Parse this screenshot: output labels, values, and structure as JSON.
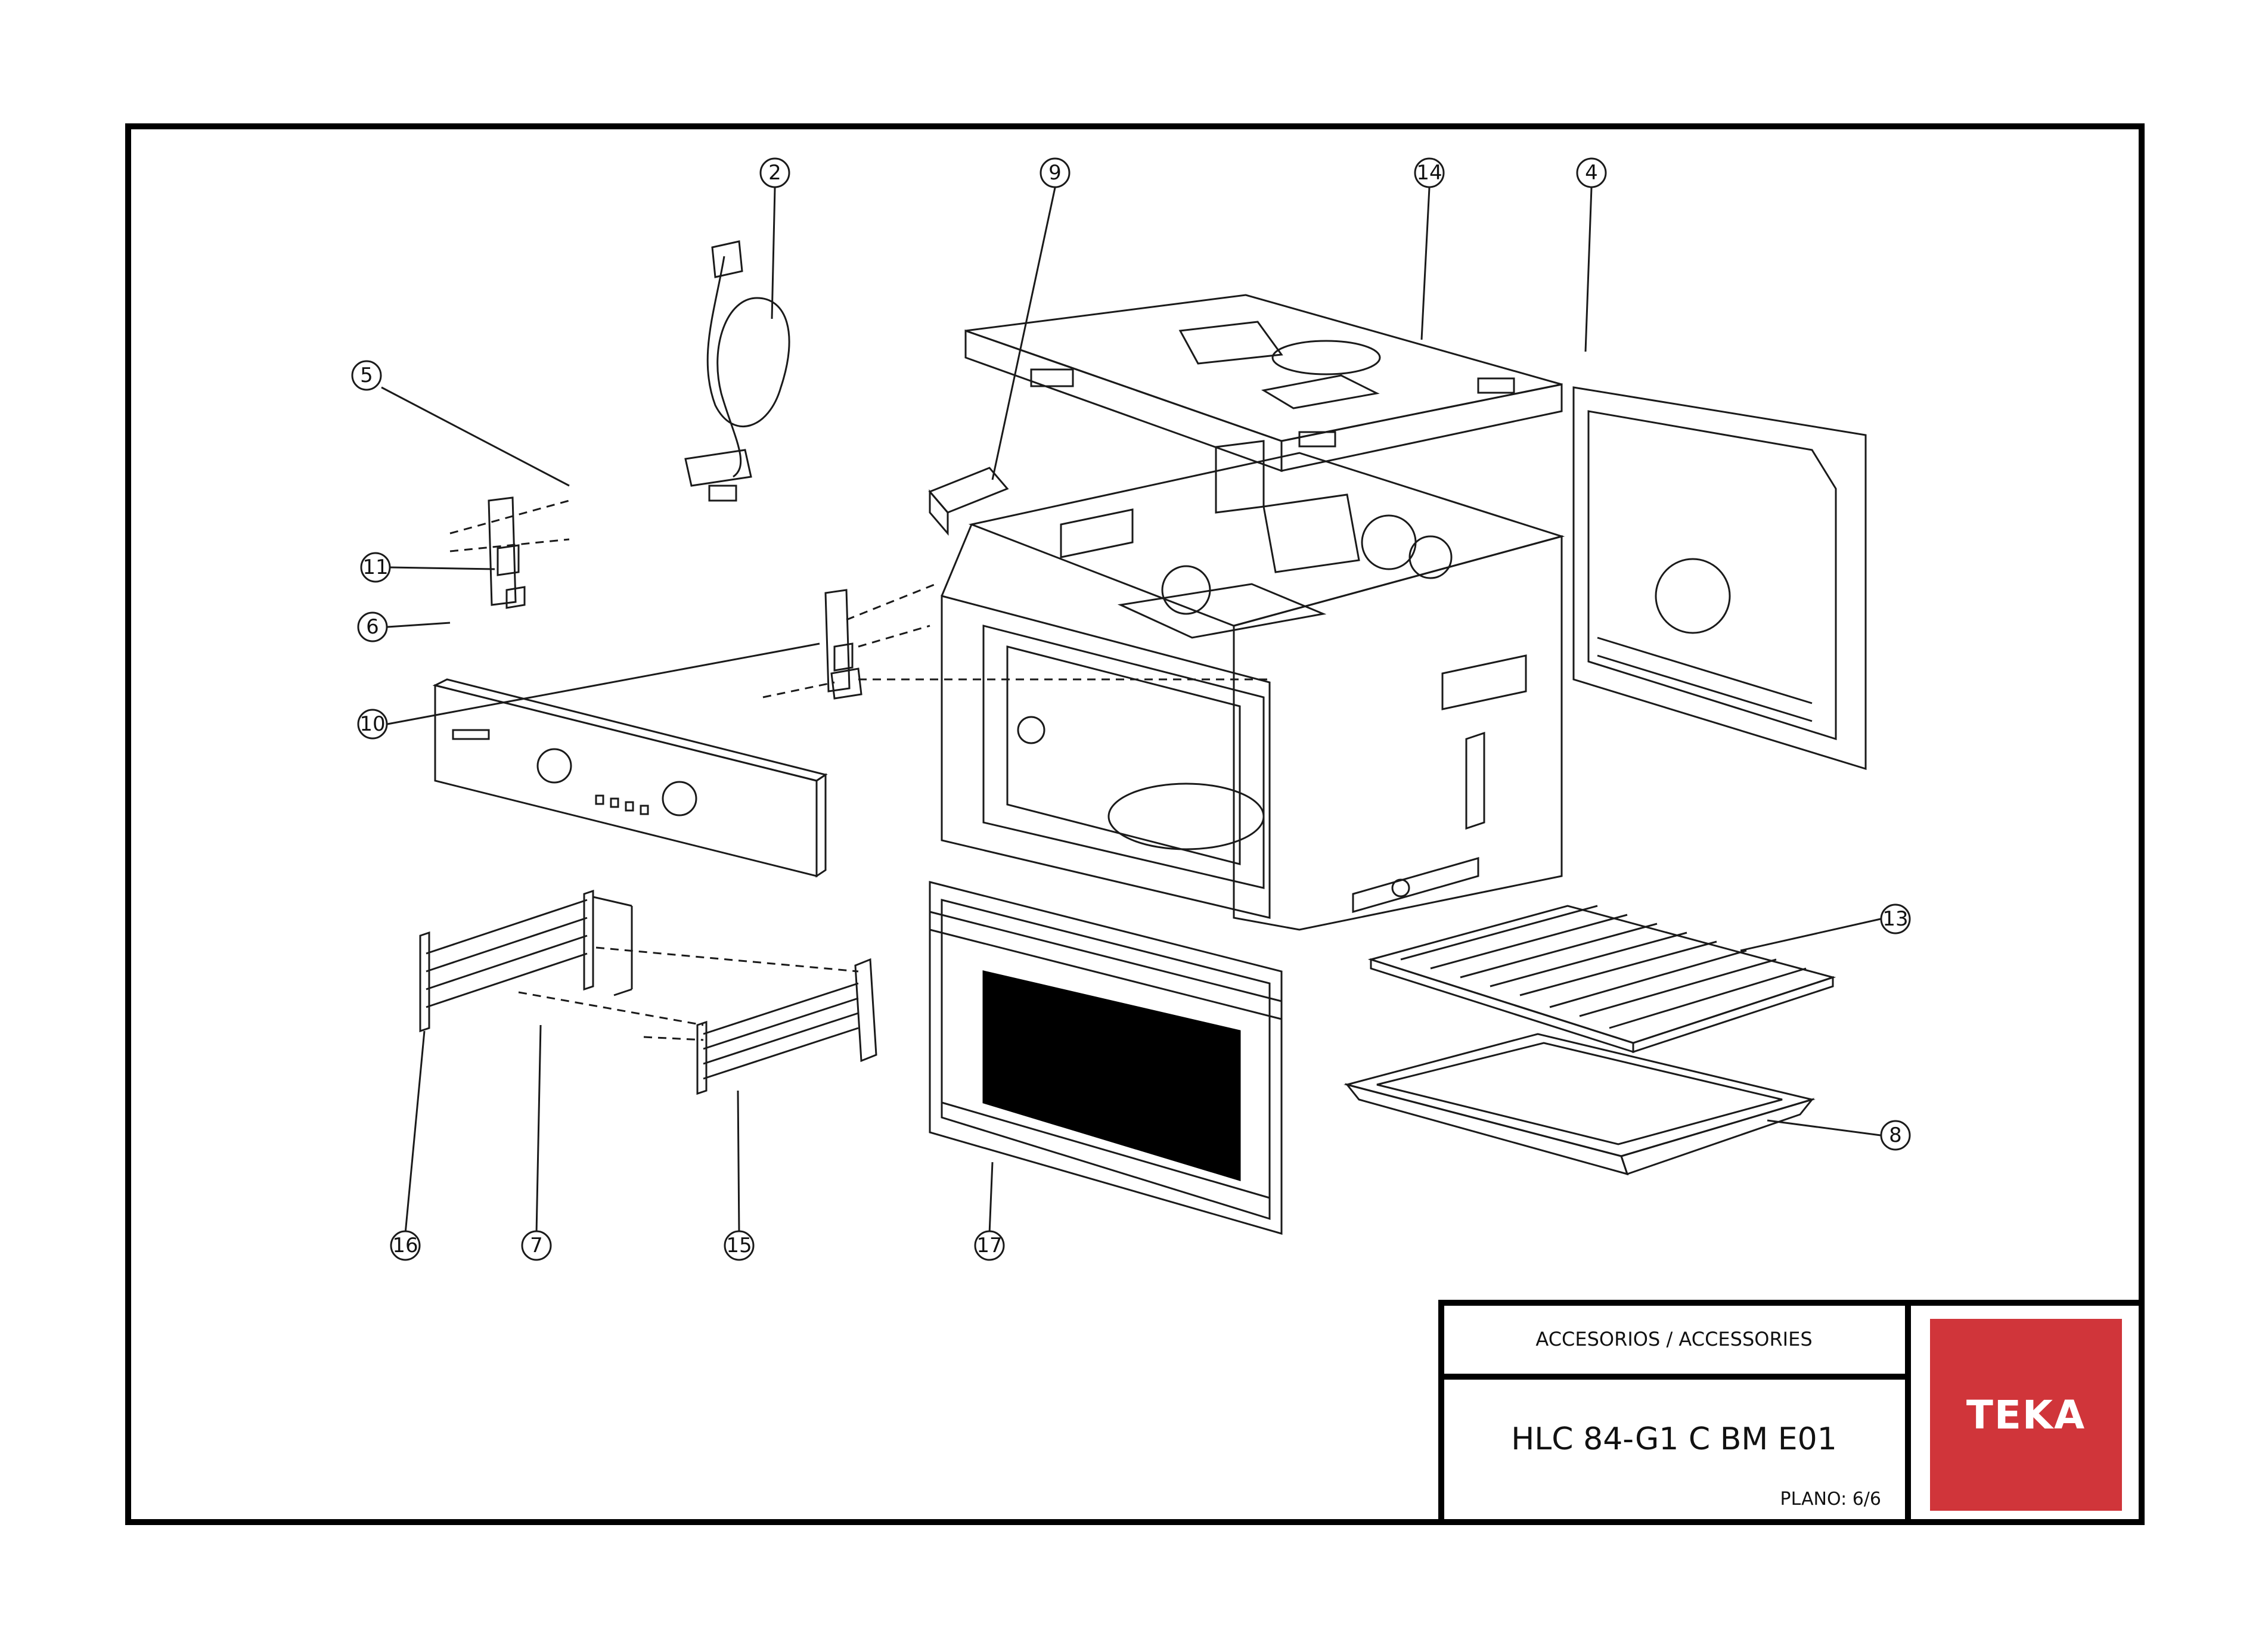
{
  "callouts": [
    {
      "n": "2"
    },
    {
      "n": "9"
    },
    {
      "n": "14"
    },
    {
      "n": "4"
    },
    {
      "n": "5"
    },
    {
      "n": "11"
    },
    {
      "n": "6"
    },
    {
      "n": "10"
    },
    {
      "n": "13"
    },
    {
      "n": "8"
    },
    {
      "n": "16"
    },
    {
      "n": "7"
    },
    {
      "n": "15"
    },
    {
      "n": "17"
    }
  ],
  "title_block": {
    "category": "ACCESORIOS / ACCESSORIES",
    "model": "HLC 84-G1 C BM E01",
    "plan": "PLANO: 6/6",
    "brand": "TEKA",
    "brand_color": "#d0353a"
  }
}
